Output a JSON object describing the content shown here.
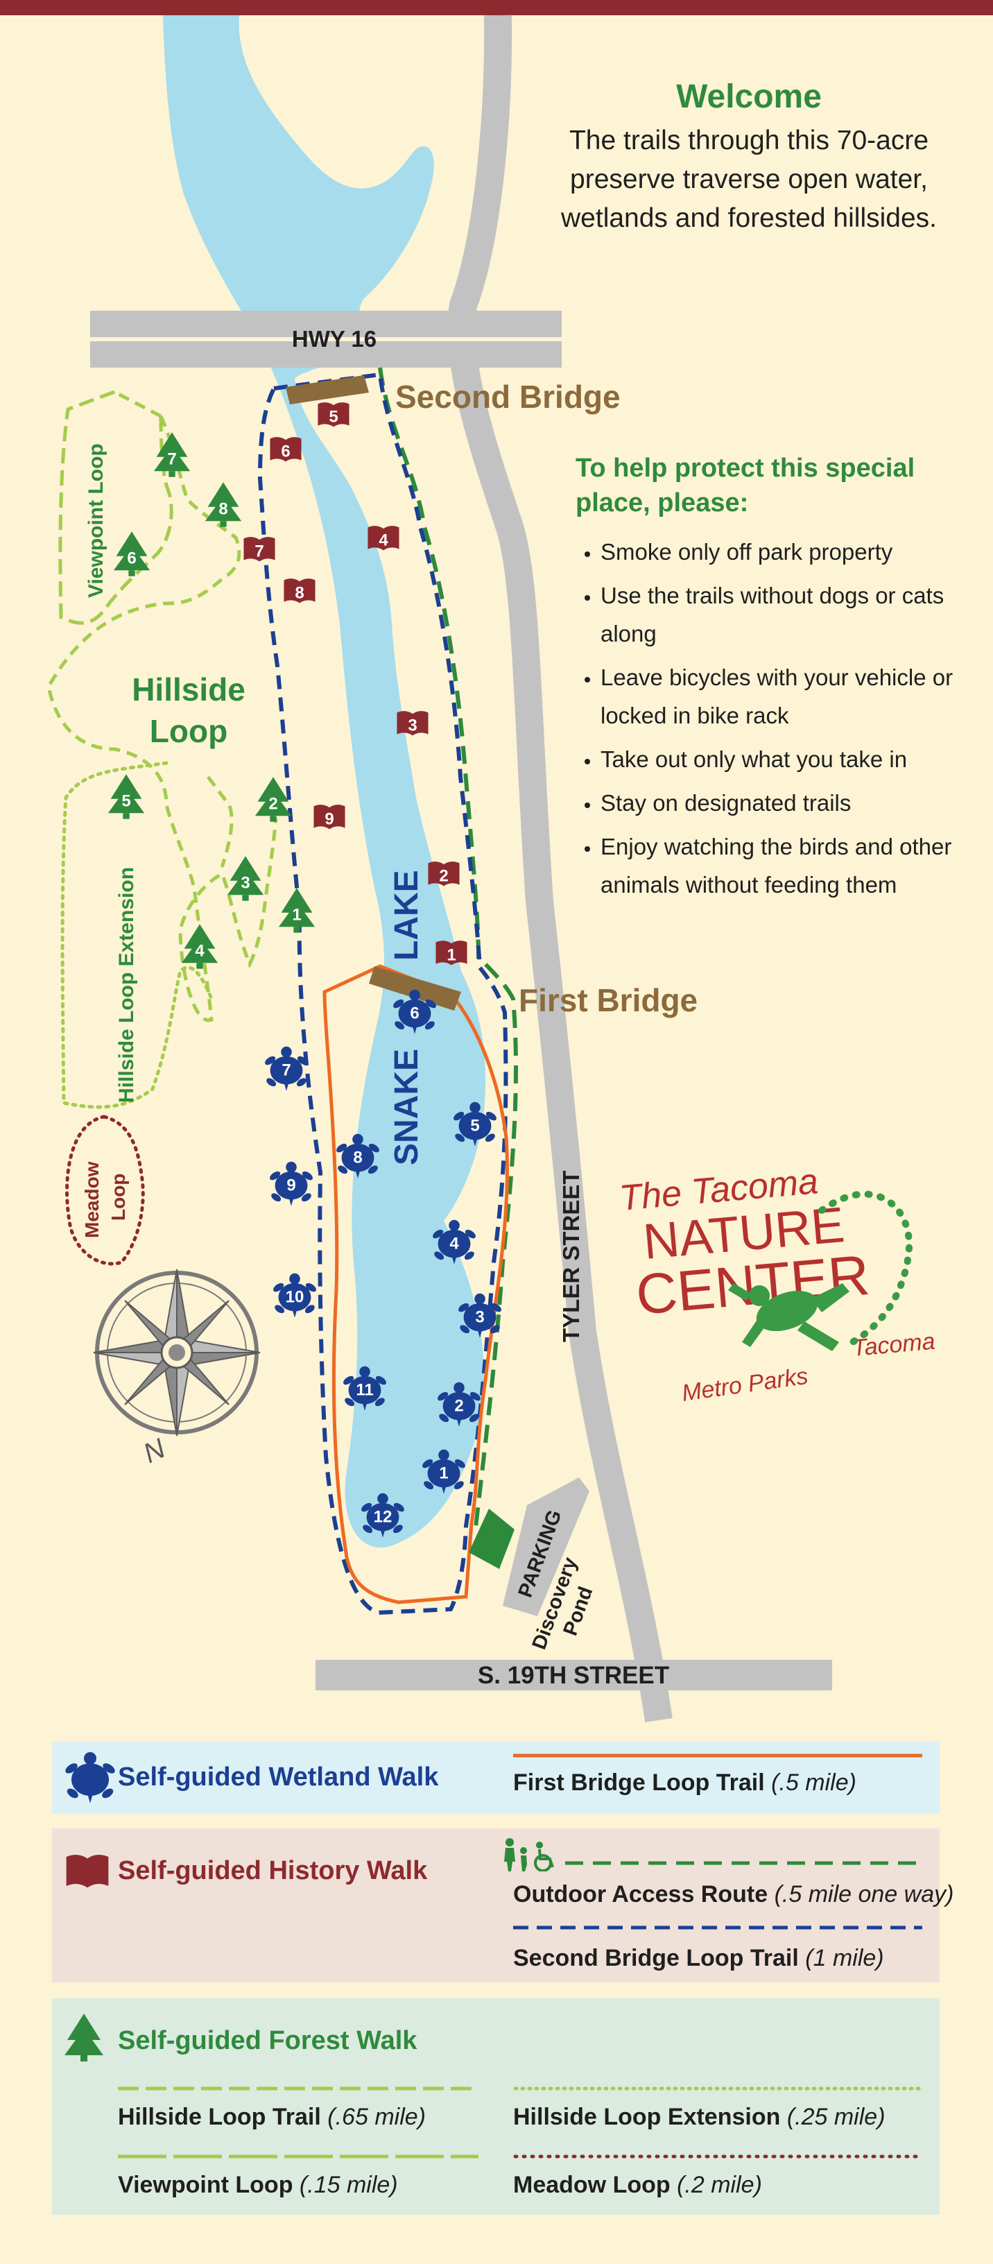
{
  "welcome": {
    "title": "Welcome",
    "body": "The trails through this 70-acre preserve traverse open water, wetlands and forested hillsides."
  },
  "rules": {
    "heading": "To help protect this special place, please:",
    "items": [
      "Smoke only off park property",
      "Use the trails without dogs or cats along",
      "Leave bicycles with your vehicle or locked in bike rack",
      "Take out only what you take in",
      "Stay on designated trails",
      "Enjoy watching the birds and other animals without feeding them"
    ]
  },
  "map": {
    "highway": "HWY 16",
    "second_bridge": "Second Bridge",
    "first_bridge": "First Bridge",
    "lake_word1": "SNAKE",
    "lake_word2": "LAKE",
    "tyler_street": "TYLER STREET",
    "s19_street": "S. 19TH STREET",
    "parking": "PARKING",
    "pond_line1": "Discovery",
    "pond_line2": "Pond",
    "viewpoint_loop": "Viewpoint Loop",
    "hillside_line1": "Hillside",
    "hillside_line2": "Loop",
    "hillside_extension": "Hillside Loop Extension",
    "meadow_line1": "Meadow",
    "meadow_line2": "Loop",
    "compass_north": "N",
    "forest_markers": [
      "1",
      "2",
      "3",
      "4",
      "5",
      "6",
      "7",
      "8"
    ],
    "history_markers": [
      "1",
      "2",
      "3",
      "4",
      "5",
      "6",
      "7",
      "8",
      "9"
    ],
    "wetland_markers": [
      "1",
      "2",
      "3",
      "4",
      "5",
      "6",
      "7",
      "8",
      "9",
      "10",
      "11",
      "12"
    ]
  },
  "logo": {
    "line1": "The Tacoma",
    "line2": "NATURE",
    "line3": "CENTER",
    "tagline_left": "Metro Parks",
    "tagline_right": "Tacoma"
  },
  "legend": {
    "wetland_walk": "Self-guided Wetland Walk",
    "history_walk": "Self-guided History Walk",
    "forest_walk": "Self-guided Forest Walk",
    "first_bridge_loop": {
      "name": "First Bridge Loop Trail",
      "length": "(.5 mile)"
    },
    "outdoor_access": {
      "name": "Outdoor Access Route",
      "length": "(.5 mile one way)"
    },
    "second_bridge_loop": {
      "name": "Second Bridge Loop Trail",
      "length": "(1 mile)"
    },
    "hillside_loop_trail": {
      "name": "Hillside Loop Trail",
      "length": "(.65 mile)"
    },
    "hillside_loop_ext": {
      "name": "Hillside Loop Extension",
      "length": "(.25 mile)"
    },
    "viewpoint_loop": {
      "name": "Viewpoint Loop",
      "length": "(.15 mile)"
    },
    "meadow_loop": {
      "name": "Meadow Loop",
      "length": "(.2 mile)"
    }
  },
  "colors": {
    "background": "#fdf3d5",
    "top_bar": "#8c2a2f",
    "water": "#a6dcec",
    "road": "#c2c2c2",
    "forest_green": "#2f8a3d",
    "history_red": "#8c2a2f",
    "wetland_blue": "#1b3f92",
    "first_bridge_trail": "#ec6a22",
    "second_bridge_trail": "#1b3f92",
    "outdoor_access_trail": "#2c8a3a",
    "hillside_trail": "#a4cc4c",
    "meadow_trail": "#8c2a2f",
    "bridge_brown": "#8b6a3c"
  }
}
